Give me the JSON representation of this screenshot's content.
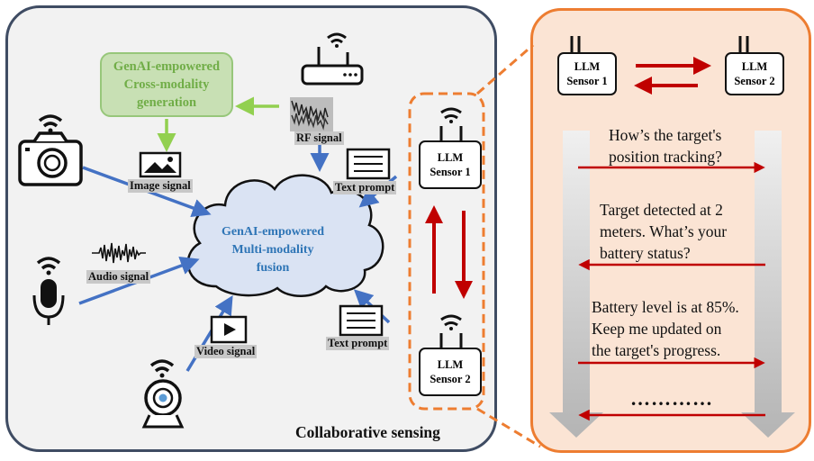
{
  "colors": {
    "panel_border": "#3f4c63",
    "right_panel_fill": "#fbe4d4",
    "accent_orange": "#ed7d31",
    "arrow_blue": "#4472c4",
    "arrow_green": "#92d050",
    "arrow_red": "#c00000",
    "cloud_fill": "#dae3f3",
    "cloud_text": "#2e75b6",
    "gen_text": "#70ad47"
  },
  "gen_box": {
    "line1": "GenAI-empowered",
    "line2": "Cross-modality",
    "line3": "generation"
  },
  "cloud": {
    "line1": "GenAI-empowered",
    "line2": "Multi-modality",
    "line3": "fusion"
  },
  "labels": {
    "rf_signal": "RF signal",
    "image_signal": "Image signal",
    "audio_signal": "Audio signal",
    "video_signal": "Video signal",
    "text_prompt_1": "Text prompt",
    "text_prompt_2": "Text prompt",
    "collaborative": "Collaborative sensing"
  },
  "sensors": {
    "left_top": {
      "line1": "LLM",
      "line2": "Sensor 1"
    },
    "left_bottom": {
      "line1": "LLM",
      "line2": "Sensor 2"
    },
    "right_1": {
      "line1": "LLM",
      "line2": "Sensor 1"
    },
    "right_2": {
      "line1": "LLM",
      "line2": "Sensor 2"
    }
  },
  "messages": {
    "m1_l1": "How’s the target's",
    "m1_l2": "position tracking?",
    "m2_l1": "Target detected at 2",
    "m2_l2": "meters. What’s your",
    "m2_l3": "battery status?",
    "m3_l1": "Battery level is at 85%.",
    "m3_l2": "Keep me updated on",
    "m3_l3": "the target's progress.",
    "ellipsis": "…………"
  },
  "icons": [
    "router-icon",
    "camera-icon",
    "microphone-icon",
    "webcam-icon",
    "image-icon",
    "video-icon",
    "document-icon",
    "waveform-icon",
    "wifi-icon"
  ]
}
